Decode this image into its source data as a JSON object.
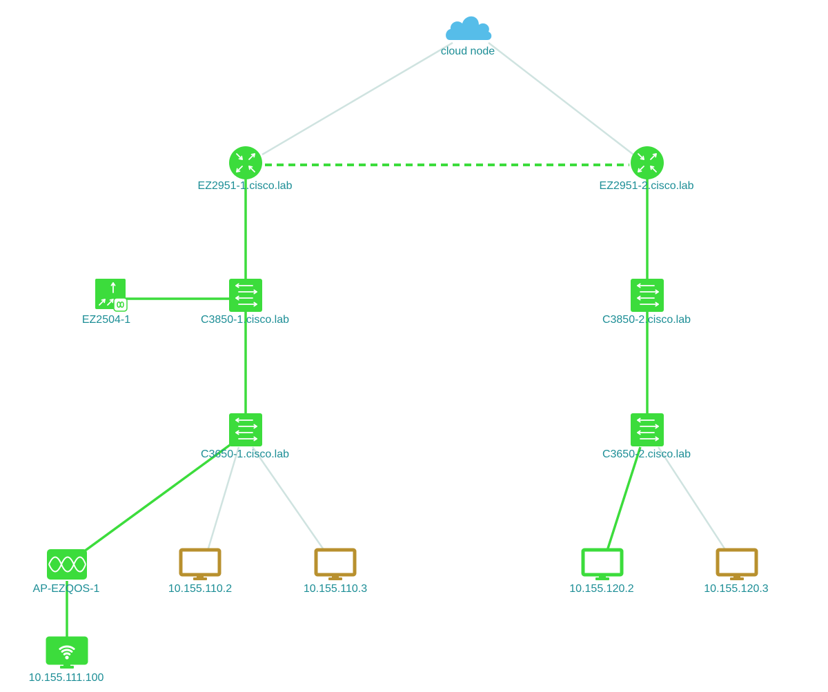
{
  "colors": {
    "ok_green": "#3cdc3c",
    "idle_link": "#cfe3e0",
    "host_gold": "#b8902e",
    "cloud_blue": "#56bde9",
    "label_teal": "#1d8e96"
  },
  "nodes": [
    {
      "id": "cloud",
      "label": "cloud node",
      "type": "cloud",
      "icon": "cloud-icon"
    },
    {
      "id": "r1",
      "label": "EZ2951-1.cisco.lab",
      "type": "router",
      "icon": "router-icon"
    },
    {
      "id": "r2",
      "label": "EZ2951-2.cisco.lab",
      "type": "router",
      "icon": "router-icon"
    },
    {
      "id": "wlc",
      "label": "EZ2504-1",
      "type": "wireless-controller",
      "icon": "wireless-controller-icon"
    },
    {
      "id": "s1",
      "label": "C3850-1.cisco.lab",
      "type": "switch",
      "icon": "switch-icon"
    },
    {
      "id": "s2",
      "label": "C3850-2.cisco.lab",
      "type": "switch",
      "icon": "switch-icon"
    },
    {
      "id": "a1",
      "label": "C3650-1.cisco.lab",
      "type": "switch",
      "icon": "switch-icon"
    },
    {
      "id": "a2",
      "label": "C3650-2.cisco.lab",
      "type": "switch",
      "icon": "switch-icon"
    },
    {
      "id": "ap",
      "label": "AP-EZQOS-1",
      "type": "access-point",
      "icon": "access-point-icon"
    },
    {
      "id": "h1102",
      "label": "10.155.110.2",
      "type": "host",
      "status": "idle",
      "icon": "monitor-icon"
    },
    {
      "id": "h1103",
      "label": "10.155.110.3",
      "type": "host",
      "status": "idle",
      "icon": "monitor-icon"
    },
    {
      "id": "h1202",
      "label": "10.155.120.2",
      "type": "host",
      "status": "active",
      "icon": "monitor-icon"
    },
    {
      "id": "h1203",
      "label": "10.155.120.3",
      "type": "host",
      "status": "idle",
      "icon": "monitor-icon"
    },
    {
      "id": "wh",
      "label": "10.155.111.100",
      "type": "wireless-host",
      "status": "active",
      "icon": "wireless-monitor-icon"
    }
  ],
  "links": [
    {
      "from": "cloud",
      "to": "r1",
      "style": "idle"
    },
    {
      "from": "cloud",
      "to": "r2",
      "style": "idle"
    },
    {
      "from": "r1",
      "to": "r2",
      "style": "dashed"
    },
    {
      "from": "r1",
      "to": "s1",
      "style": "active"
    },
    {
      "from": "r2",
      "to": "s2",
      "style": "active"
    },
    {
      "from": "wlc",
      "to": "s1",
      "style": "active"
    },
    {
      "from": "s1",
      "to": "a1",
      "style": "active"
    },
    {
      "from": "s2",
      "to": "a2",
      "style": "active"
    },
    {
      "from": "a1",
      "to": "ap",
      "style": "active"
    },
    {
      "from": "a1",
      "to": "h1102",
      "style": "idle"
    },
    {
      "from": "a1",
      "to": "h1103",
      "style": "idle"
    },
    {
      "from": "a2",
      "to": "h1202",
      "style": "active"
    },
    {
      "from": "a2",
      "to": "h1203",
      "style": "idle"
    },
    {
      "from": "ap",
      "to": "wh",
      "style": "active"
    }
  ]
}
